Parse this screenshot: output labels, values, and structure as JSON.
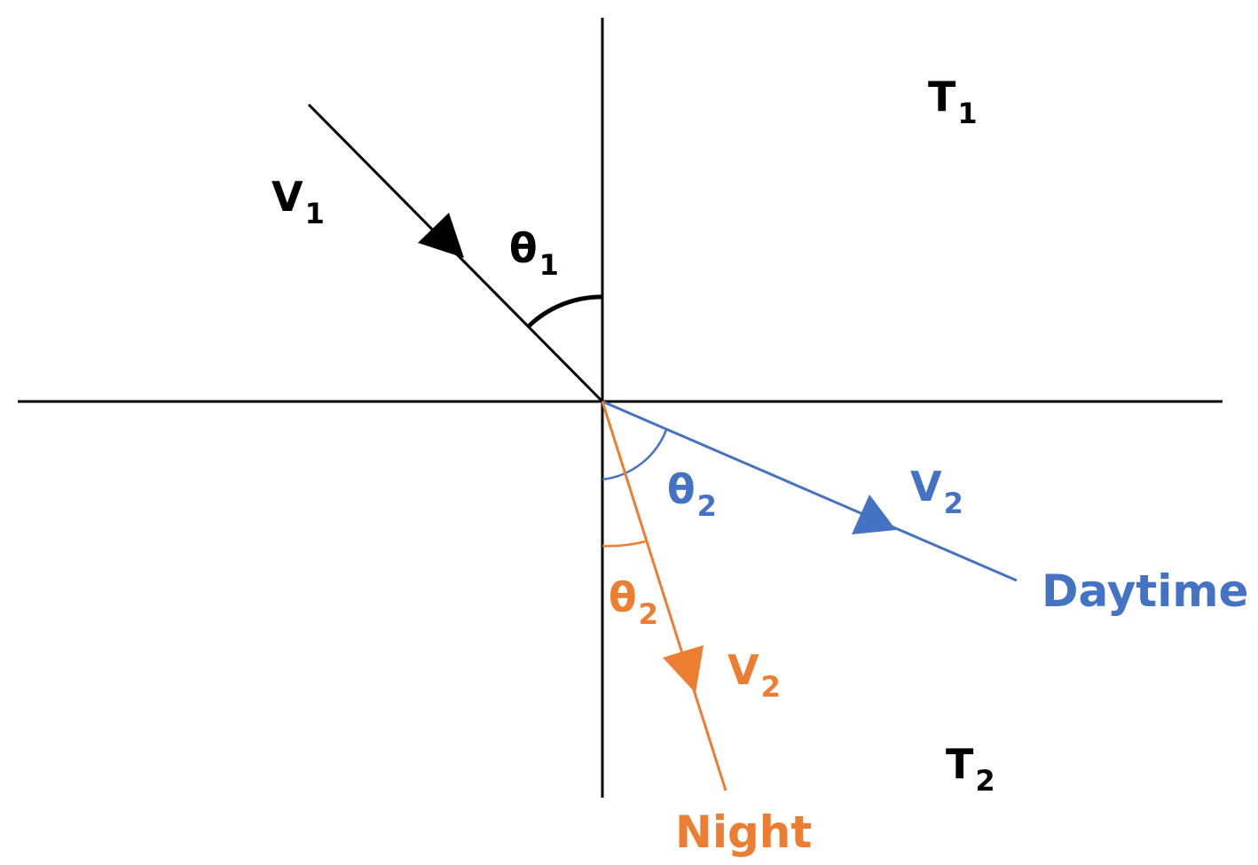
{
  "colors": {
    "incident": "#000000",
    "daytime": "#4472c4",
    "night": "#ed7d31"
  },
  "labels": {
    "t1": {
      "main": "T",
      "sub": "1"
    },
    "t2": {
      "main": "T",
      "sub": "2"
    },
    "v1": {
      "main": "V",
      "sub": "1"
    },
    "theta1": {
      "main": "θ",
      "sub": "1"
    },
    "theta2_day": {
      "main": "θ",
      "sub": "2"
    },
    "v2_day": {
      "main": "V",
      "sub": "2"
    },
    "daytime": "Daytime",
    "theta2_night": {
      "main": "θ",
      "sub": "2"
    },
    "v2_night": {
      "main": "V",
      "sub": "2"
    },
    "night": "Night"
  }
}
